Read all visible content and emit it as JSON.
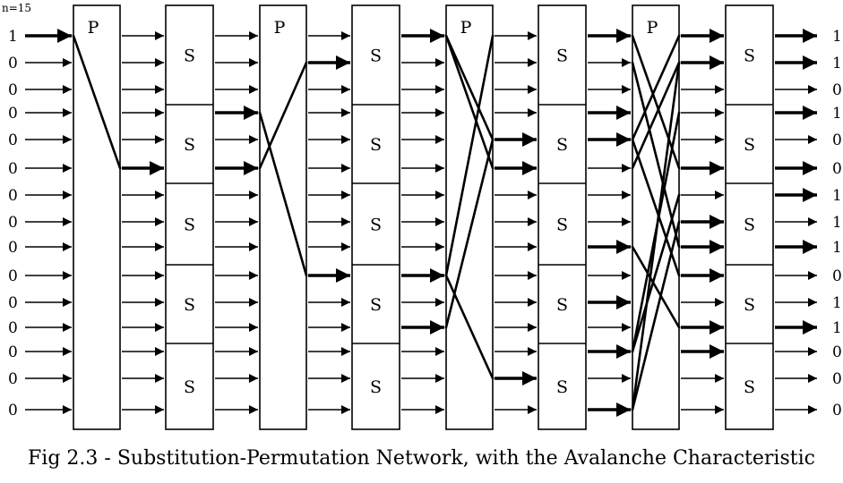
{
  "corner_label": "n=15",
  "permutation_label": "P",
  "sbox_label": "S",
  "input_bits": [
    "1",
    "0",
    "0",
    "0",
    "0",
    "0",
    "0",
    "0",
    "0",
    "0",
    "0",
    "0",
    "0",
    "0",
    "0"
  ],
  "output_bits": [
    "1",
    "1",
    "0",
    "1",
    "0",
    "0",
    "1",
    "1",
    "1",
    "0",
    "1",
    "1",
    "0",
    "0",
    "0"
  ],
  "caption": "Fig 2.3 -  Substitution-Permutation Network, with the Avalanche Characteristic"
}
